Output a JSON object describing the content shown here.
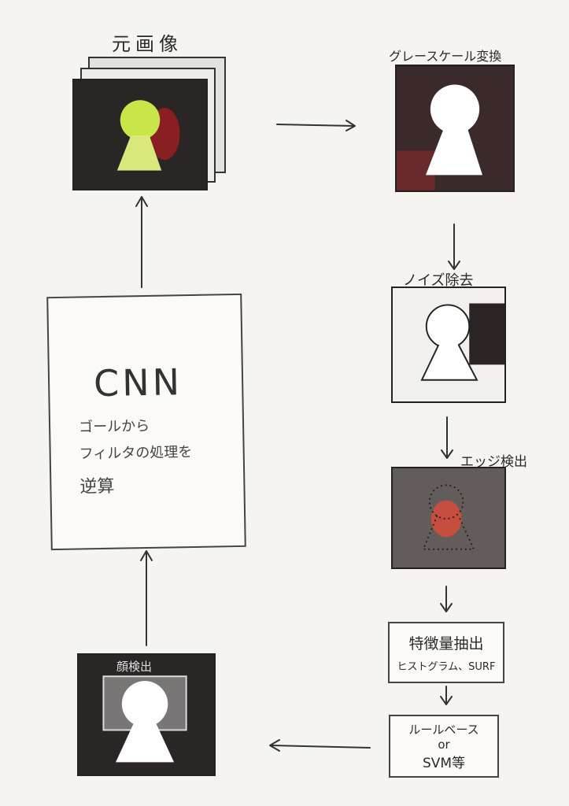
{
  "steps": {
    "original_image": "元画像",
    "grayscale": "グレースケール変換",
    "noise_removal": "ノイズ除去",
    "edge_detection": "エッジ検出",
    "feature_title": "特徴量抽出",
    "feature_sub": "ヒストグラム、SURF",
    "rule_line1": "ルールベース",
    "rule_line2": "or",
    "rule_line3": "SVM等",
    "detection": "顔検出"
  },
  "cnn": {
    "title": "CNN",
    "line1": "ゴールから",
    "line2": "フィルタの処理を",
    "line3": "逆算"
  },
  "colors": {
    "ink": "#2a2a2a",
    "paper": "#f6f4f0",
    "photo_dark": "#2b2626",
    "face_green": "#c8e64a",
    "accent_red": "#b0282c"
  }
}
